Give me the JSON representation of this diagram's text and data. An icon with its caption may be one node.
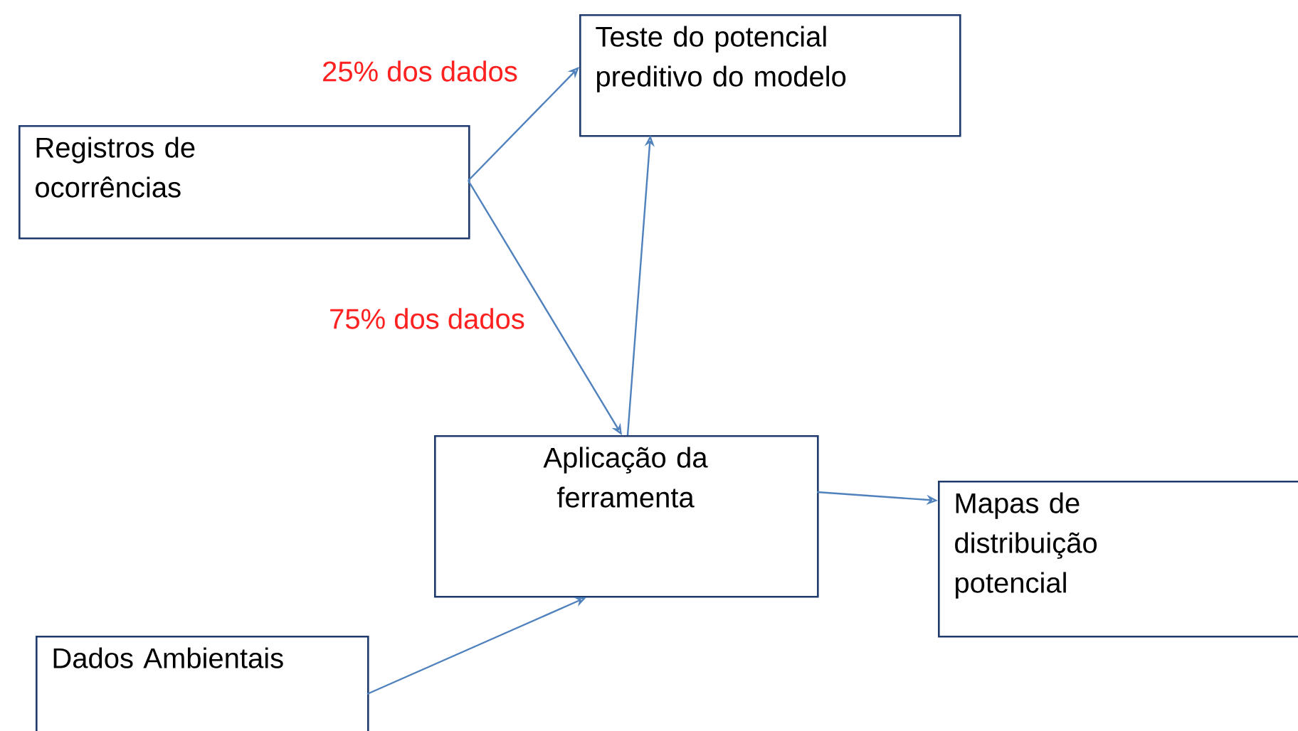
{
  "diagram": {
    "nodes": [
      {
        "text": [
          "Registros de ocorrências"
        ]
      },
      {
        "text": [
          "Teste do potencial preditivo do modelo"
        ]
      },
      {
        "text": [
          "Aplicação da ferramenta"
        ]
      },
      {
        "text": [
          "Mapas de distribuição potencial"
        ]
      },
      {
        "text": [
          "Dados Ambientais"
        ]
      }
    ],
    "edges": [
      {
        "from": 0,
        "to": 1,
        "arrow": "to",
        "label": "25% dos dados"
      },
      {
        "from": 0,
        "to": 2,
        "arrow": "to",
        "label": "75% dos dados"
      },
      {
        "from": 2,
        "to": 1,
        "arrow": "to"
      },
      {
        "from": 2,
        "to": 3,
        "arrow": "to"
      },
      {
        "from": 4,
        "to": 2,
        "arrow": "to"
      }
    ]
  }
}
